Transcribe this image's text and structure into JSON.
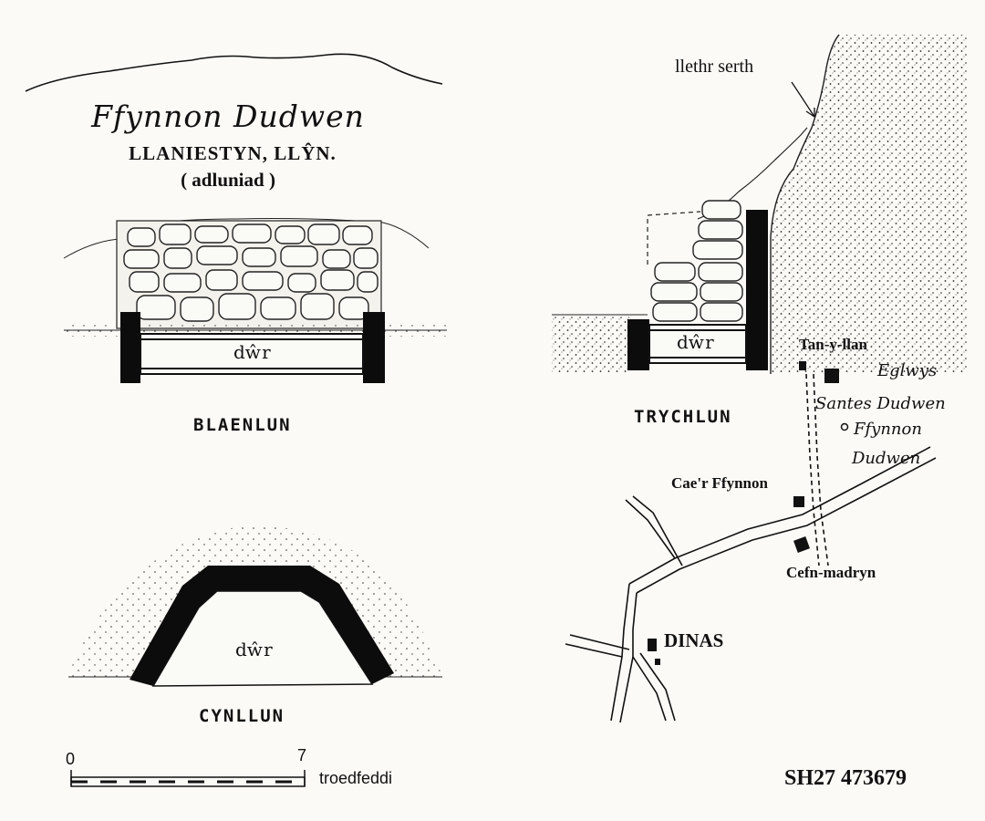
{
  "title": {
    "name": "Ffynnon Dudwen",
    "place": "LLANIESTYN, LLŶN.",
    "note": "( adluniad )"
  },
  "views": {
    "front": "BLAENLUN",
    "section": "TRYCHLUN",
    "plan": "CYNLLUN",
    "water_front": "dŵr",
    "water_section": "dŵr",
    "water_plan": "dŵr"
  },
  "section_annotation": "llethr serth",
  "map": {
    "labels": {
      "tan_y_llan": "Tan-y-llan",
      "eglwys_1": "Eglwys",
      "eglwys_2": "Santes Dudwen",
      "ffynnon_1": "Ffynnon",
      "ffynnon_2": "Dudwen",
      "cae_r_ffynnon": "Cae'r Ffynnon",
      "cefn_madryn": "Cefn-madryn",
      "dinas": "DINAS"
    }
  },
  "scale_bar": {
    "start": "0",
    "end": "7",
    "unit": "troedfeddi"
  },
  "grid_reference": "SH27 473679",
  "colors": {
    "ink": "#111111",
    "paper": "#fbfaf6"
  }
}
